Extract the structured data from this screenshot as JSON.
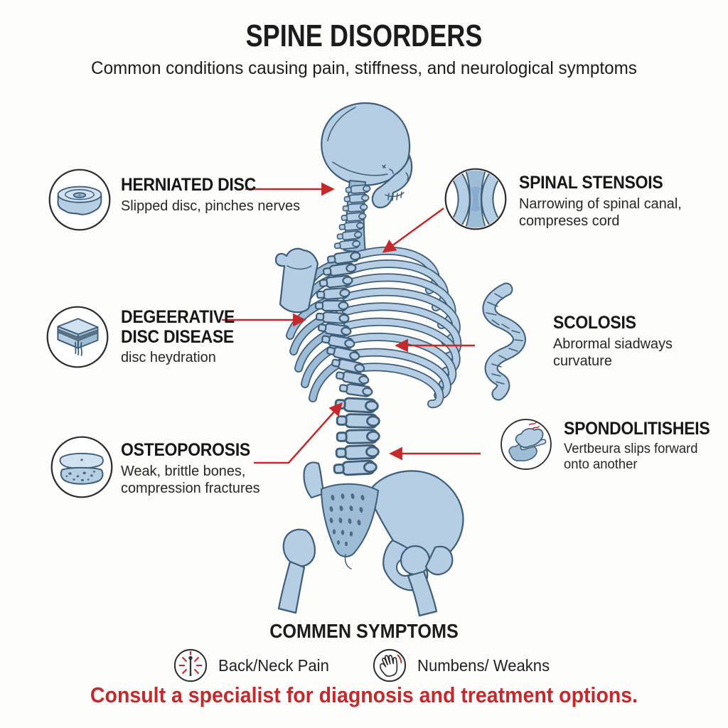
{
  "title": "SPINE DISORDERS",
  "subtitle": "Common conditions causing pain, stiffness, and neurological symptoms",
  "illustration": "human-skeleton-posterior-oblique-view",
  "conditions_left": [
    {
      "name": "HERNIATED DISC",
      "description": "Slipped disc, pinches nerves",
      "icon": "herniated-disc-icon",
      "points_to": "cervical-spine"
    },
    {
      "name": "DEGEERATIVE\nDISC DISEASE",
      "description": "disc heydration",
      "icon": "degenerative-disc-icon",
      "points_to": "mid-thoracic-spine"
    },
    {
      "name": "OSTEOPOROSIS",
      "description": "Weak, brittle bones,\ncompression fractures",
      "icon": "osteoporosis-bone-icon",
      "points_to": "lower-thoracic-spine"
    }
  ],
  "conditions_right": [
    {
      "name": "SPINAL STENSOIS",
      "description": "Narrowing of spinal canal,\ncompreses cord",
      "icon": "spinal-stenosis-icon",
      "points_to": "upper-thoracic-spine"
    },
    {
      "name": "SCOLOSIS",
      "description": "Abrormal siadways curvature",
      "icon": "scoliosis-curved-spine-icon",
      "points_to": "mid-ribcage"
    },
    {
      "name": "SPONDOLITISHEIS",
      "description": "Vertbeura slips forward onto another",
      "icon": "spondylolisthesis-icon",
      "points_to": "lumbar-spine"
    }
  ],
  "symptoms": {
    "heading": "COMMEN SYMPTOMS",
    "items": [
      {
        "label": "Back/Neck Pain",
        "icon": "pain-burst-icon"
      },
      {
        "label": "Numbens/ Weakns",
        "icon": "hand-numbness-icon"
      }
    ]
  },
  "footer": "Consult a specialist for diagnosis and treatment options.",
  "colors": {
    "accent_red": "#c5292b",
    "bone_fill": "#b6cee3",
    "bone_light": "#d2e1ef",
    "bone_mid": "#9dbcd6",
    "bone_stroke": "#3e5d79",
    "text_dark": "#1c1c1c",
    "icon_stroke": "#2b2b2b"
  }
}
